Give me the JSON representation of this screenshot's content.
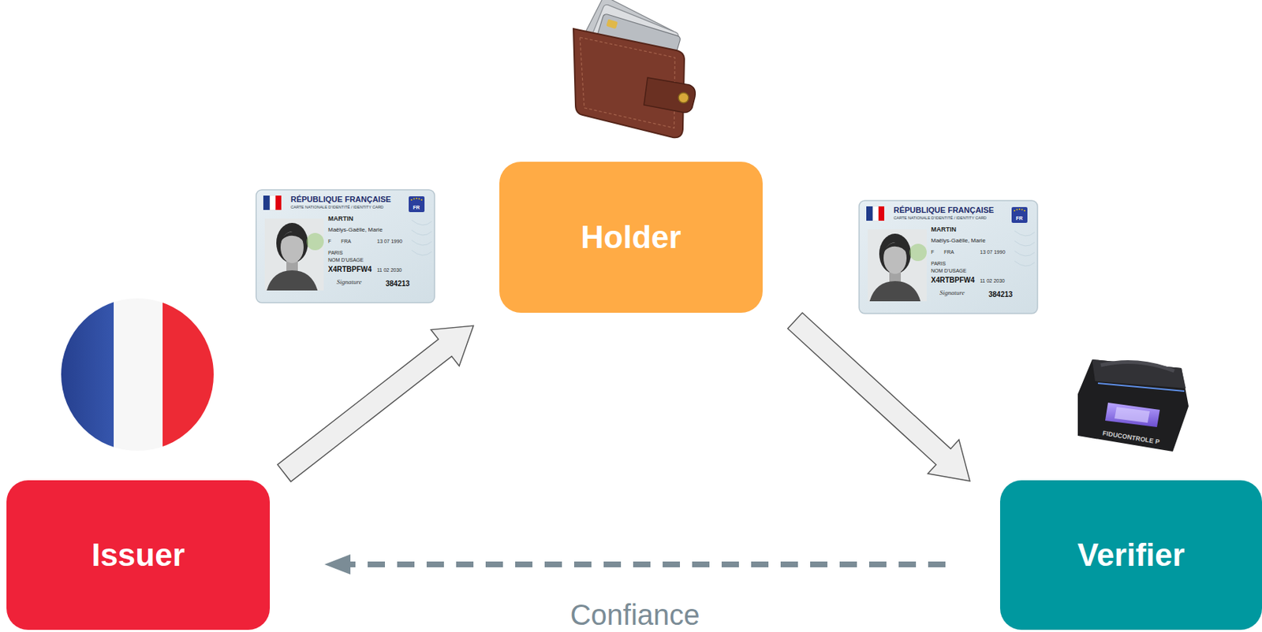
{
  "diagram": {
    "nodes": [
      {
        "text": [
          "Issuer"
        ]
      },
      {
        "text": [
          "Holder"
        ]
      },
      {
        "text": [
          "Verifier"
        ]
      }
    ],
    "edges": [
      {
        "from": 0,
        "to": 1,
        "arrow": "to"
      },
      {
        "from": 1,
        "to": 2,
        "arrow": "to"
      },
      {
        "from": 2,
        "to": 0,
        "label": "Confiance",
        "arrow": "to"
      }
    ],
    "labels": [
      "RÉPUBLIQUE FRANÇAISE",
      "CARTE NATIONALE D'IDENTITÉ / IDENTITY CARD",
      "FR",
      "MARTIN",
      "Maëlys-Gaëlle, Marie",
      "F",
      "FRA",
      "13 07 1990",
      "PARIS",
      "NOM D'USAGE",
      "X4RTBPFW4",
      "11 02 2030",
      "Signature",
      "384213",
      "RÉPUBLIQUE FRANÇAISE",
      "CARTE NATIONALE D'IDENTITÉ / IDENTITY CARD",
      "FR",
      "MARTIN",
      "Maëlys-Gaëlle, Marie",
      "F",
      "FRA",
      "13 07 1990",
      "PARIS",
      "NOM D'USAGE",
      "X4RTBPFW4",
      "11 02 2030",
      "Signature",
      "384213",
      "FIDUCONTROLE P"
    ]
  }
}
